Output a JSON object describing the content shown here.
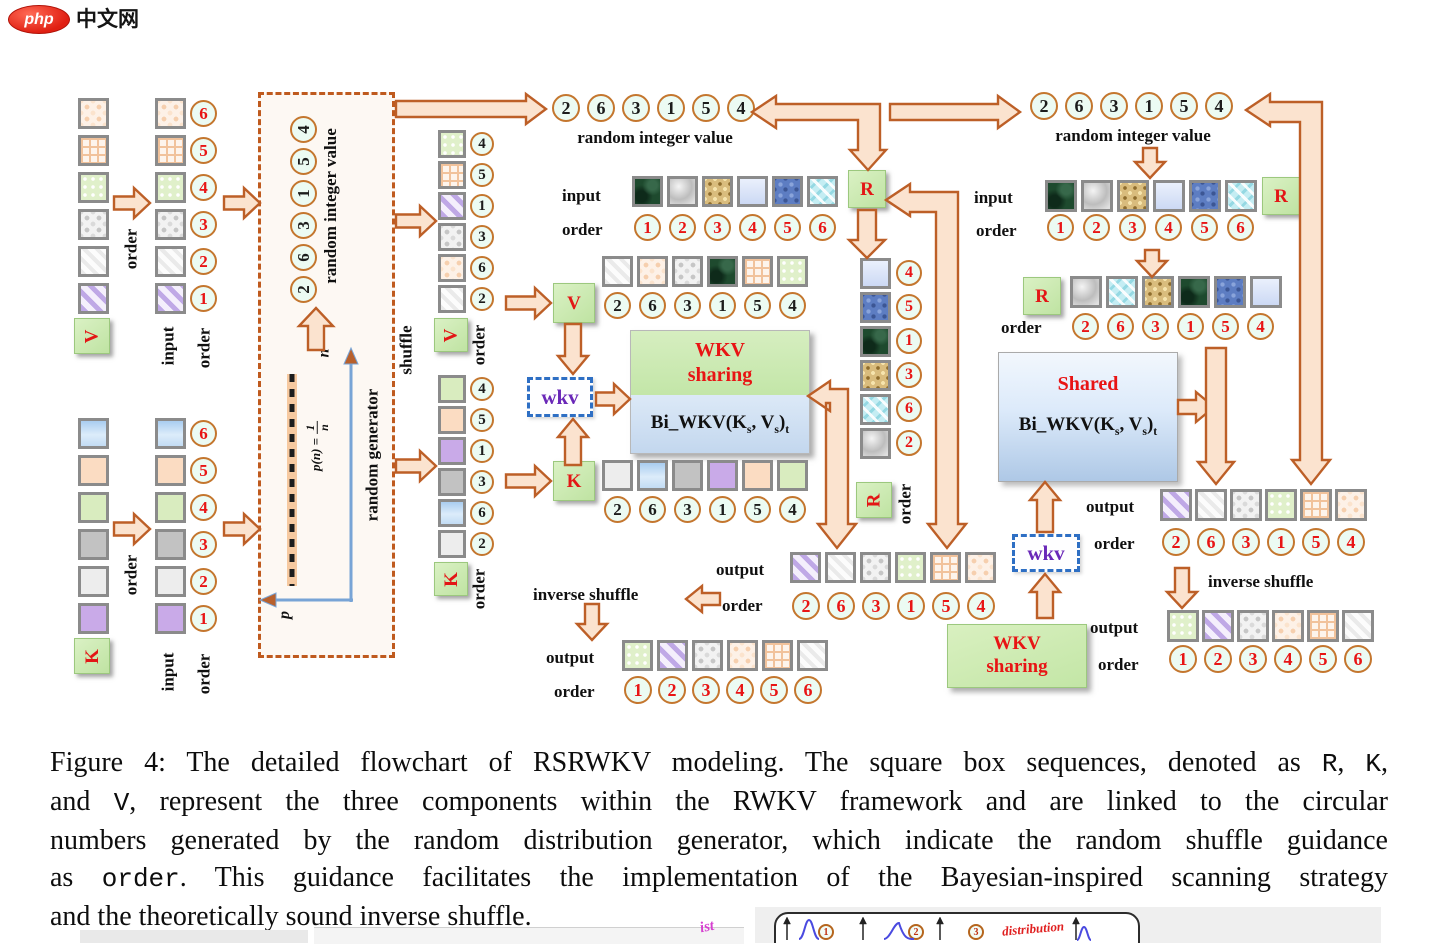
{
  "logo": {
    "php": "php",
    "site": "中文网"
  },
  "labels": {
    "order": "order",
    "input": "input",
    "output": "output",
    "shuffle": "shuffle",
    "inverse_shuffle": "inverse shuffle",
    "random_integer_value": "random integer value",
    "random_generator": "random generator",
    "wkv": "wkv",
    "p": "p",
    "n": "n",
    "formula_lhs": "p(n) =",
    "frac_num": "1",
    "frac_den": "n"
  },
  "boxes": {
    "v": "V",
    "k": "K",
    "r": "R",
    "wkv_sharing_l1": "WKV",
    "wkv_sharing_l2": "sharing",
    "shared": "Shared",
    "bi_wkv": {
      "p1": "Bi_WKV(K",
      "s1": "s",
      "p2": ", V",
      "s2": "s",
      "p3": ")",
      "s3": "t"
    }
  },
  "sequences": {
    "left_v": {
      "patterns": [
        "v-peach",
        "v-grid",
        "v-green",
        "v-gray",
        "v-white",
        "v-purple"
      ],
      "numbers": [
        6,
        5,
        4,
        3,
        2,
        1
      ]
    },
    "left_k": {
      "patterns": [
        "k-blue",
        "k-peach",
        "k-green",
        "k-gray",
        "k-white",
        "k-purple"
      ],
      "numbers": [
        6,
        5,
        4,
        3,
        2,
        1
      ]
    },
    "generator_numbers": [
      4,
      5,
      1,
      3,
      6,
      2
    ],
    "shuffle_v": {
      "patterns": [
        "v-green",
        "v-grid",
        "v-purple",
        "v-gray",
        "v-peach",
        "v-white"
      ],
      "numbers": [
        4,
        5,
        1,
        3,
        6,
        2
      ]
    },
    "shuffle_k": {
      "patterns": [
        "k-green",
        "k-peach",
        "k-purple",
        "k-gray",
        "k-blue",
        "k-white"
      ],
      "numbers": [
        4,
        5,
        1,
        3,
        6,
        2
      ]
    },
    "top_center": {
      "rand": [
        2,
        6,
        3,
        1,
        5,
        4
      ],
      "input_patterns": [
        "r-green",
        "r-silver",
        "r-gold",
        "r-pale",
        "r-blue",
        "r-cyan"
      ],
      "order": [
        1,
        2,
        3,
        4,
        5,
        6
      ]
    },
    "center_v": {
      "patterns": [
        "v-white",
        "v-peach",
        "v-gray",
        "r-green",
        "v-grid",
        "v-green"
      ],
      "numbers": [
        2,
        6,
        3,
        1,
        5,
        4
      ]
    },
    "center_k": {
      "patterns": [
        "k-white",
        "k-blue",
        "k-gray",
        "k-purple",
        "k-peach",
        "k-green"
      ],
      "numbers": [
        2,
        6,
        3,
        1,
        5,
        4
      ]
    },
    "r_column": {
      "patterns": [
        "r-pale",
        "r-blue",
        "r-green",
        "r-gold",
        "r-cyan",
        "r-silver"
      ],
      "numbers": [
        4,
        5,
        1,
        3,
        6,
        2
      ]
    },
    "right": {
      "rand": [
        2,
        6,
        3,
        1,
        5,
        4
      ],
      "input_patterns": [
        "r-green",
        "r-silver",
        "r-gold",
        "r-pale",
        "r-blue",
        "r-cyan"
      ],
      "order1": [
        1,
        2,
        3,
        4,
        5,
        6
      ],
      "row2_patterns": [
        "r-silver",
        "r-cyan",
        "r-gold",
        "r-green",
        "r-blue",
        "r-pale"
      ],
      "order2": [
        2,
        6,
        3,
        1,
        5,
        4
      ],
      "out1_patterns": [
        "v-purple",
        "v-white",
        "v-gray",
        "v-green",
        "v-grid",
        "v-peach"
      ],
      "out1_order": [
        2,
        6,
        3,
        1,
        5,
        4
      ],
      "out2_patterns": [
        "v-green",
        "v-purple",
        "v-gray",
        "v-peach",
        "v-grid",
        "v-white"
      ],
      "out2_order": [
        1,
        2,
        3,
        4,
        5,
        6
      ]
    },
    "bottom": {
      "out1_patterns": [
        "v-purple",
        "v-white",
        "v-gray",
        "v-green",
        "v-grid",
        "v-peach"
      ],
      "out1_order": [
        2,
        6,
        3,
        1,
        5,
        4
      ],
      "out2_patterns": [
        "v-green",
        "v-purple",
        "v-gray",
        "v-peach",
        "v-grid",
        "v-white"
      ],
      "out2_order": [
        1,
        2,
        3,
        4,
        5,
        6
      ]
    }
  },
  "mini_figure": {
    "n1": "1",
    "n2": "2",
    "n3": "3",
    "distribution": "distribution",
    "partial_text": "ist"
  },
  "caption": {
    "lines": [
      [
        {
          "t": "Figure 4: The detailed flowchart of RSRWKV modeling. The square box sequences, denoted as "
        },
        {
          "t": "R",
          "mono": true
        },
        {
          "t": ", "
        },
        {
          "t": "K",
          "mono": true
        },
        {
          "t": ","
        }
      ],
      [
        {
          "t": "and "
        },
        {
          "t": "V",
          "mono": true
        },
        {
          "t": ", represent the three components within the RWKV framework and are linked to the circular"
        }
      ],
      [
        {
          "t": "numbers generated by the random distribution generator, which indicate the random shuffle guidance"
        }
      ],
      [
        {
          "t": "as "
        },
        {
          "t": "order",
          "mono": true
        },
        {
          "t": ". This guidance facilitates the implementation of the Bayesian-inspired scanning strategy"
        }
      ],
      [
        {
          "t": "and the theoretically sound inverse shuffle."
        }
      ]
    ]
  }
}
